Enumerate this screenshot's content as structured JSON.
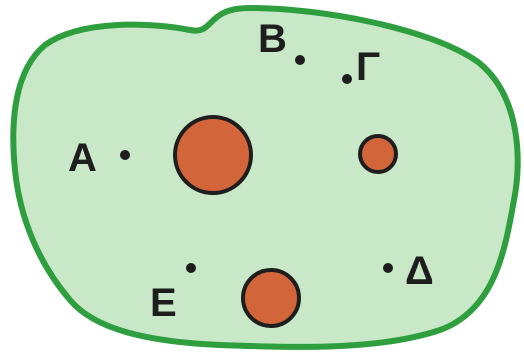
{
  "colors": {
    "region_fill": "#c8e8c8",
    "region_stroke": "#2f9e3f",
    "mass_fill": "#d2663a",
    "outline": "#1e1e1e"
  },
  "points": {
    "A": {
      "label": "Α"
    },
    "B": {
      "label": "Β"
    },
    "G": {
      "label": "Γ"
    },
    "D": {
      "label": "Δ"
    },
    "E": {
      "label": "Ε"
    }
  }
}
